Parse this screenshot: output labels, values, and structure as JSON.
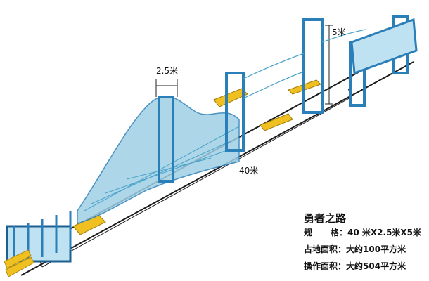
{
  "dimensions": {
    "width": "2.5米",
    "height": "5米",
    "length": "40米"
  },
  "spec": {
    "title": "勇者之路",
    "rows": [
      {
        "label_a": "规",
        "label_b": "格：",
        "value": "40 米X2.5米X5米"
      },
      {
        "label": "占地面积：",
        "value": "大约100平方米"
      },
      {
        "label": "操作面积：",
        "value": "大约504平方米"
      }
    ]
  },
  "colors": {
    "frame": "#2b7fb8",
    "frame_dark": "#1d5f8f",
    "net": "#4aa3c8",
    "platform": "#f0c020",
    "ground": "#1a1a1a"
  }
}
